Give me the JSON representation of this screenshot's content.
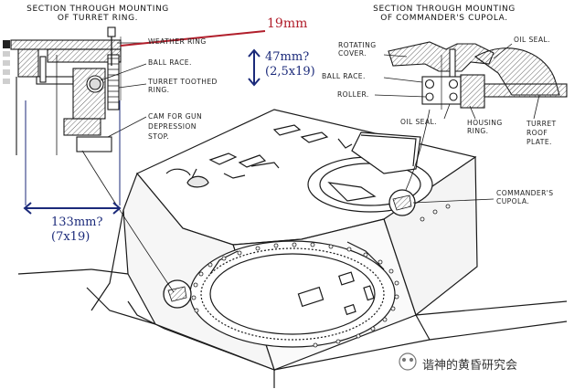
{
  "left_section_title": {
    "line1": "SECTION THROUGH MOUNTING",
    "line2": "OF TURRET RING."
  },
  "right_section_title": {
    "line1": "SECTION THROUGH MOUNTING",
    "line2": "OF COMMANDER'S CUPOLA."
  },
  "left_labels": {
    "weather_ring": "WEATHER RING",
    "ball_race": "BALL RACE.",
    "turret_toothed_ring_1": "TURRET TOOTHED",
    "turret_toothed_ring_2": "RING.",
    "cam_1": "CAM FOR GUN",
    "cam_2": "DEPRESSION",
    "cam_3": "STOP."
  },
  "right_labels": {
    "rotating_cover_1": "ROTATING",
    "rotating_cover_2": "COVER.",
    "ball_race": "BALL RACE.",
    "roller": "ROLLER.",
    "oil_seal_top": "OIL SEAL.",
    "oil_seal_bottom": "OIL SEAL.",
    "housing_ring_1": "HOUSING",
    "housing_ring_2": "RING.",
    "turret_roof_plate_1": "TURRET",
    "turret_roof_plate_2": "ROOF",
    "turret_roof_plate_3": "PLATE.",
    "commanders_cupola_1": "COMMANDER'S",
    "commanders_cupola_2": "CUPOLA."
  },
  "annotations": {
    "dim_19": "19mm",
    "dim_47_line1": "47mm?",
    "dim_47_line2": "(2,5x19)",
    "dim_133_line1": "133mm?",
    "dim_133_line2": "(7x19)"
  },
  "watermark": {
    "text": "谐神的黄昏研究会"
  },
  "colors": {
    "line": "#1a1a1a",
    "dim_blue": "#1b2a7a",
    "dim_red": "#b11e2b",
    "hatch_grey": "#8a8a8a"
  }
}
